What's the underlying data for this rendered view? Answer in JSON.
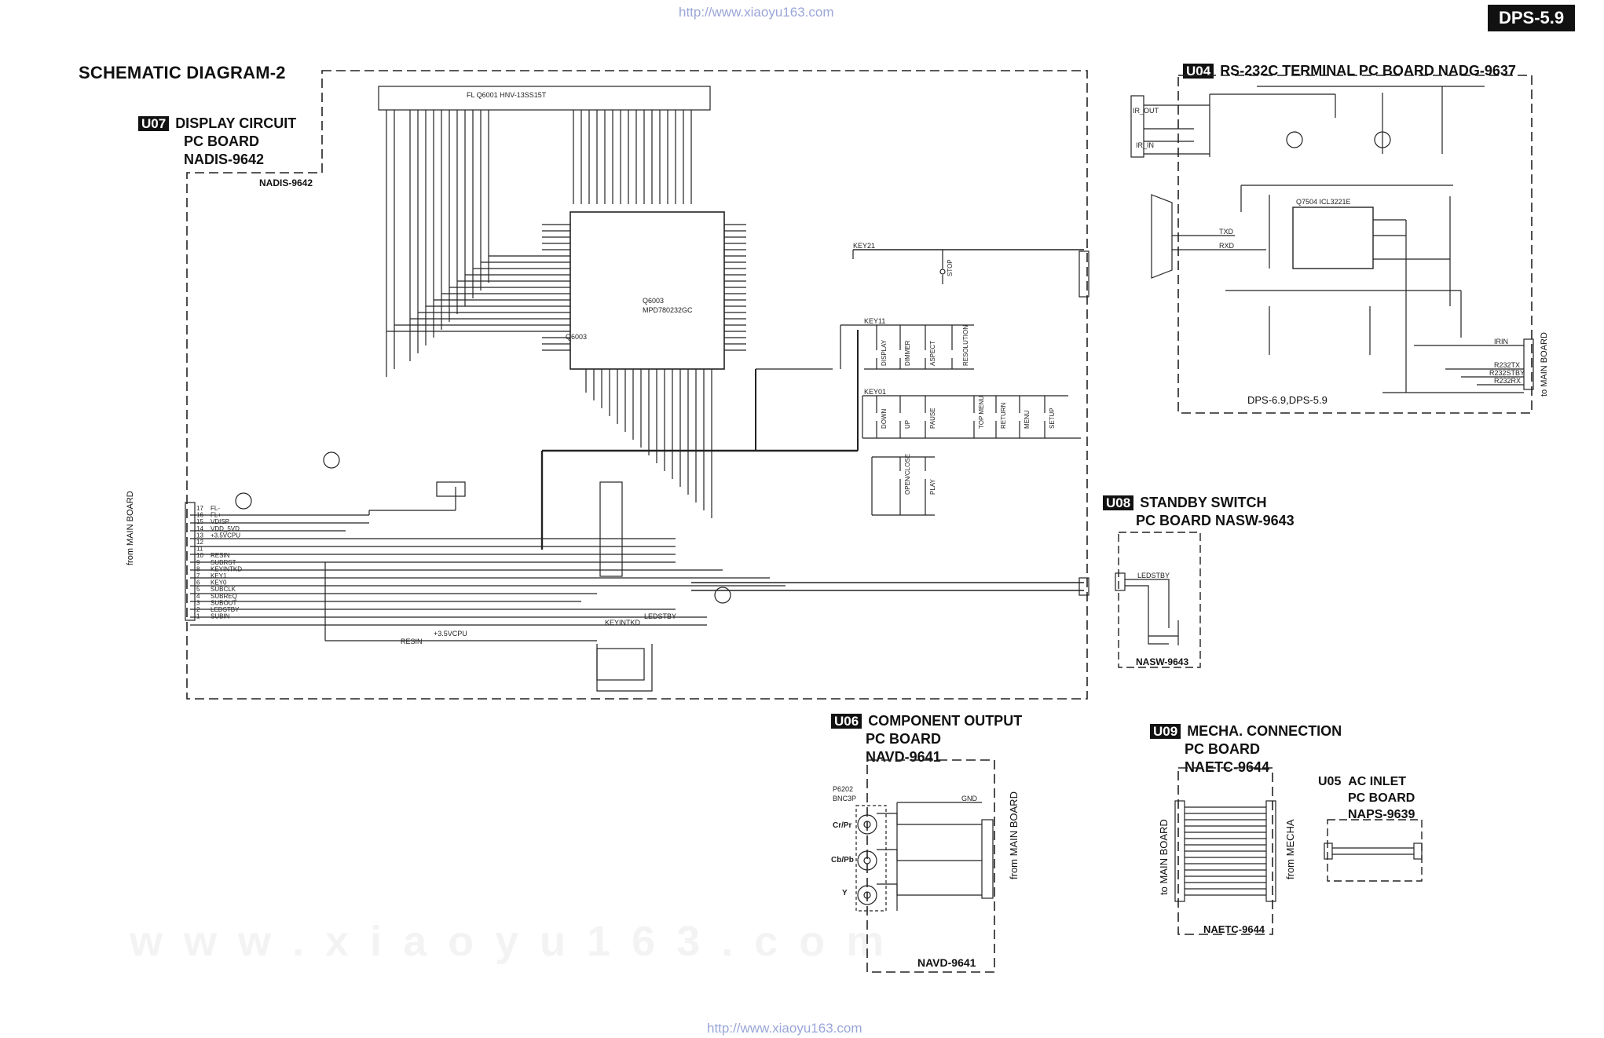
{
  "header": {
    "url_top": "http://www.xiaoyu163.com",
    "url_bottom": "http://www.xiaoyu163.com",
    "model": "DPS-5.9",
    "title": "SCHEMATIC DIAGRAM-2"
  },
  "boards": {
    "u07": {
      "tag": "U07",
      "line1": "DISPLAY CIRCUIT",
      "line2": "PC BOARD",
      "line3": "NADIS-9642",
      "footer": "NADIS-9642"
    },
    "u04": {
      "tag": "U04",
      "line1": "RS-232C TERMINAL PC BOARD  NADG-9637",
      "footer": "DPS-6.9,DPS-5.9"
    },
    "u08": {
      "tag": "U08",
      "line1": "STANDBY SWITCH",
      "line2": "PC BOARD  NASW-9643",
      "footer": "NASW-9643"
    },
    "u06": {
      "tag": "U06",
      "line1": "COMPONENT OUTPUT",
      "line2": "PC BOARD",
      "line3": "NAVD-9641",
      "footer": "NAVD-9641"
    },
    "u09": {
      "tag": "U09",
      "line1": "MECHA. CONNECTION",
      "line2": "PC BOARD",
      "line3": "NAETC-9644",
      "footer": "NAETC-9644"
    },
    "u05": {
      "tag": "U05",
      "line1": "AC INLET",
      "line2": "PC BOARD",
      "line3": "NAPS-9639"
    }
  },
  "labels": {
    "from_main_board": "from MAIN BOARD",
    "to_main_board": "to MAIN BOARD",
    "from_mecha": "from MECHA",
    "ic_main": "Q6003",
    "ic_main_part": "MPD780232GC",
    "fl_display": "FL    Q6001     HNV-13SS15T",
    "ic_rs232": "Q7504   ICL3221E",
    "connector_bnc": "P6202",
    "connector_bnc_type": "BNC3P",
    "cr_pr": "Cr/Pr",
    "cb_pb": "Cb/Pb",
    "y": "Y",
    "gnd": "GND",
    "ir_out": "IR_OUT",
    "ir_in": "IR_IN",
    "txd": "TXD",
    "rxd": "RXD",
    "key21": "KEY21",
    "key11": "KEY11",
    "key01": "KEY01",
    "ledstby": "LEDSTBY",
    "rs232tx": "R232TX",
    "rs232rx": "R232RX",
    "rs232stby": "R232STBY",
    "irin": "IRIN",
    "vdd_5v": "+3.5VCPU",
    "subclk": "SUBCLK",
    "subreq": "SUBREQ",
    "subout": "SUBOUT",
    "subin": "SUBIN",
    "resin": "RESIN",
    "keyintkd": "KEYINTKD"
  },
  "main_connector_pins": [
    {
      "num": "17",
      "label": "FL-"
    },
    {
      "num": "16",
      "label": "FL+"
    },
    {
      "num": "15",
      "label": "VDISP"
    },
    {
      "num": "14",
      "label": "VDD_5VD"
    },
    {
      "num": "13",
      "label": "+3.5VCPU"
    },
    {
      "num": "12",
      "label": ""
    },
    {
      "num": "11",
      "label": ""
    },
    {
      "num": "10",
      "label": "RESIN"
    },
    {
      "num": "9",
      "label": "SUBRST"
    },
    {
      "num": "8",
      "label": "KEYINTKD"
    },
    {
      "num": "7",
      "label": "KEY1"
    },
    {
      "num": "6",
      "label": "KEY0"
    },
    {
      "num": "5",
      "label": "SUBCLK"
    },
    {
      "num": "4",
      "label": "SUBREQ"
    },
    {
      "num": "3",
      "label": "SUBOUT"
    },
    {
      "num": "2",
      "label": "LEDSTBY"
    },
    {
      "num": "1",
      "label": "SUBIN"
    }
  ],
  "switches_row1": [
    "STOP"
  ],
  "switches_row2": [
    "DISPLAY",
    "DIMMER",
    "ASPECT",
    "RESOLUTION"
  ],
  "switches_row3": [
    "DOWN",
    "UP",
    "PAUSE",
    "TOP MENU",
    "RETURN",
    "MENU",
    "SETUP"
  ],
  "switches_row4": [
    "OPEN/CLOSE",
    "PLAY"
  ],
  "watermark": "w w w . x i a o y u 1 6 3 . c o m"
}
